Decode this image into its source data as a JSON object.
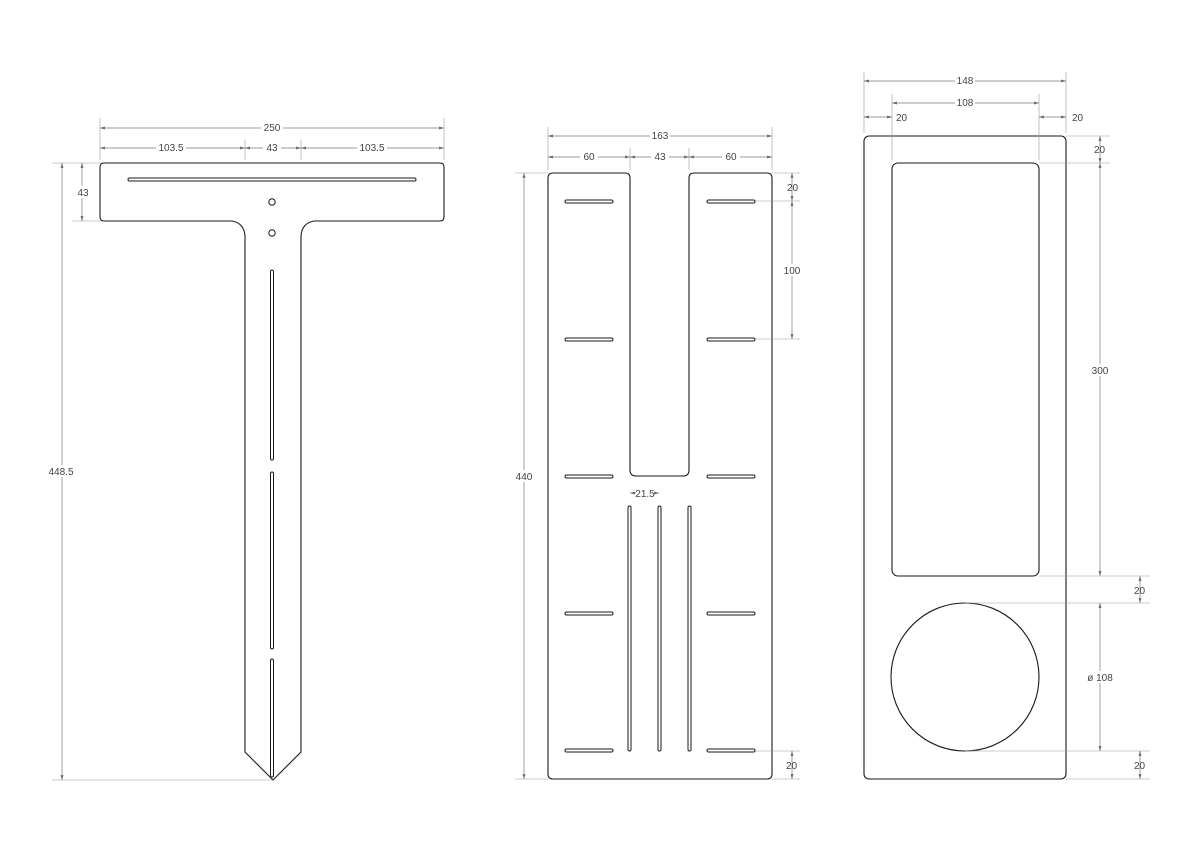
{
  "drawing": {
    "t_part": {
      "width_total": "250",
      "flange_left": "103.5",
      "stem_width": "43",
      "flange_right": "103.5",
      "flange_height": "43",
      "total_height": "448.5"
    },
    "jig_part": {
      "width_total": "163",
      "side_left": "60",
      "slot_width": "43",
      "side_right": "60",
      "top_offset": "20",
      "spacing": "100",
      "total_height": "440",
      "slot_gap": "21.5",
      "bottom_offset": "20"
    },
    "frame_part": {
      "width_total": "148",
      "window_width": "108",
      "margin_left": "20",
      "margin_right": "20",
      "margin_top": "20",
      "window_height": "300",
      "gap": "20",
      "hole_diameter": "ø 108",
      "margin_bottom": "20"
    }
  }
}
